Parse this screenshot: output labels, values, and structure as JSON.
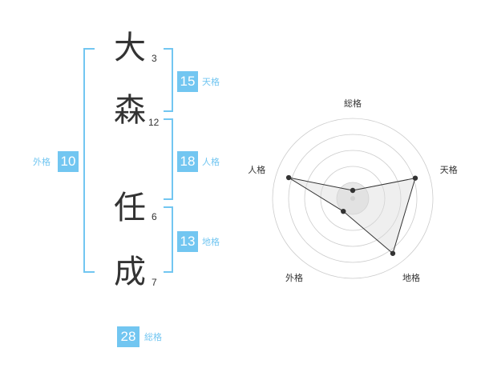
{
  "name_chars": [
    {
      "char": "大",
      "strokes": "3"
    },
    {
      "char": "森",
      "strokes": "12"
    },
    {
      "char": "任",
      "strokes": "6"
    },
    {
      "char": "成",
      "strokes": "7"
    }
  ],
  "scores": {
    "tenkaku": {
      "value": "15",
      "label": "天格"
    },
    "jinkaku": {
      "value": "18",
      "label": "人格"
    },
    "chikaku": {
      "value": "13",
      "label": "地格"
    },
    "gaikaku": {
      "value": "10",
      "label": "外格"
    },
    "soukaku": {
      "value": "28",
      "label": "総格"
    }
  },
  "colors": {
    "accent": "#72c6f1",
    "text": "#333333",
    "radar_fill": "#eeeeee",
    "radar_grid": "#cccccc"
  },
  "chart_data": {
    "type": "radar",
    "axes": [
      "総格",
      "天格",
      "地格",
      "外格",
      "人格"
    ],
    "values": [
      0.1,
      0.82,
      0.85,
      0.2,
      0.84
    ],
    "range": [
      0,
      1
    ]
  }
}
